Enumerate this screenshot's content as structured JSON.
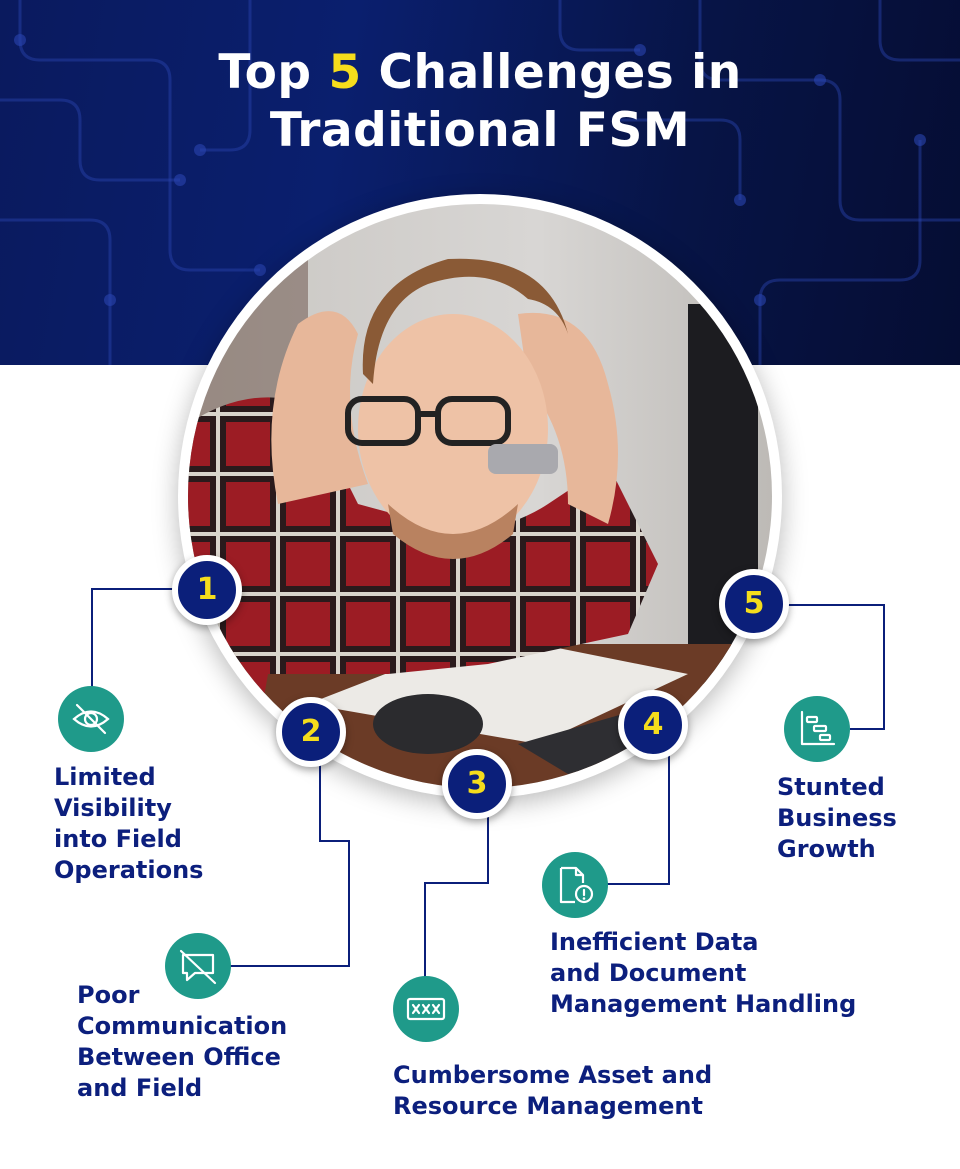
{
  "header": {
    "title_prefix": "Top ",
    "title_number": "5",
    "title_line1_suffix": " Challenges in",
    "title_line2": "Traditional FSM"
  },
  "colors": {
    "navy": "#0b1f7a",
    "yellow": "#f5dd1c",
    "teal": "#1f9a8a",
    "text_navy": "#0c1f7d"
  },
  "challenges": [
    {
      "number": "1",
      "label": "Limited\nVisibility\ninto Field\nOperations",
      "icon": "eye-slash-icon"
    },
    {
      "number": "2",
      "label": "Poor\nCommunication\nBetween Office\nand Field",
      "icon": "no-message-icon"
    },
    {
      "number": "3",
      "label": "Cumbersome Asset and\nResource Management",
      "icon": "asset-grid-icon"
    },
    {
      "number": "4",
      "label": "Inefficient Data\nand Document\nManagement Handling",
      "icon": "document-alert-icon"
    },
    {
      "number": "5",
      "label": "Stunted\nBusiness\nGrowth",
      "icon": "gantt-chart-icon"
    }
  ]
}
